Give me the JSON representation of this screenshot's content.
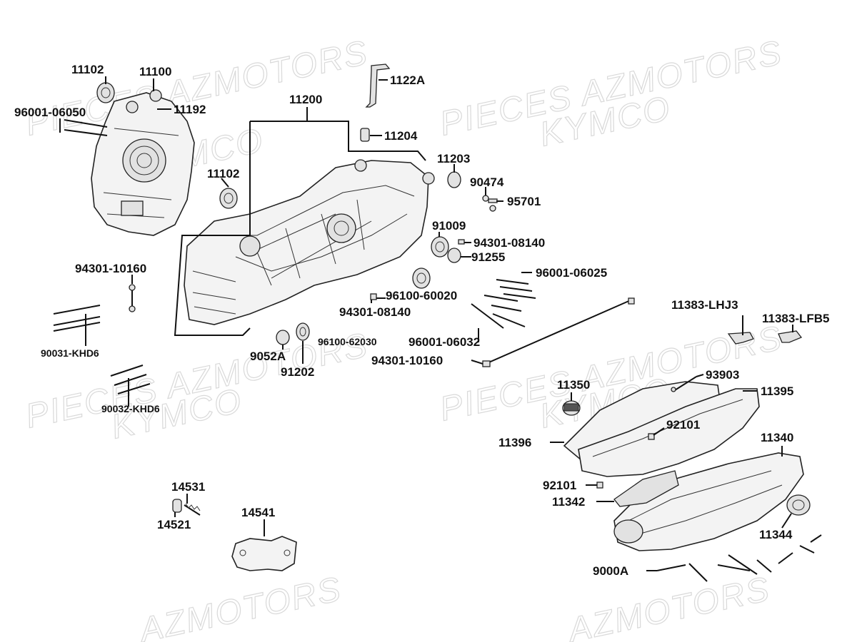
{
  "watermarks": [
    {
      "text": "PIECES AZMOTORS"
    },
    {
      "text": "KYMCO"
    },
    {
      "text": "PIECES AZMOTORS"
    },
    {
      "text": "KYMCO"
    },
    {
      "text": "PIECES AZMOTORS"
    },
    {
      "text": "KYMCO"
    },
    {
      "text": "PIECES AZMOTORS"
    },
    {
      "text": "KYMCO"
    },
    {
      "text": "AZMOTORS"
    },
    {
      "text": "AZMOTORS"
    }
  ],
  "labels": {
    "p11102a": "11102",
    "p11100": "11100",
    "p96001_06050": "96001-06050",
    "p11192": "11192",
    "p11200": "11200",
    "p1122A": "1122A",
    "p11204": "11204",
    "p11102b": "11102",
    "p11203": "11203",
    "p90474": "90474",
    "p95701": "95701",
    "p91009": "91009",
    "p94301_08140a": "94301-08140",
    "p91255": "91255",
    "p94301_10160a": "94301-10160",
    "p96001_06025": "96001-06025",
    "p96100_60020": "96100-60020",
    "p94301_08140b": "94301-08140",
    "p11383_LHJ3": "11383-LHJ3",
    "p11383_LFB5": "11383-LFB5",
    "p90031_KHD6": "90031-KHD6",
    "p9052A": "9052A",
    "p96100_62030": "96100-62030",
    "p96001_06032": "96001-06032",
    "p91202": "91202",
    "p94301_10160b": "94301-10160",
    "p90032_KHD6": "90032-KHD6",
    "p93903": "93903",
    "p11350": "11350",
    "p11395": "11395",
    "p92101a": "92101",
    "p11396": "11396",
    "p11340": "11340",
    "p92101b": "92101",
    "p11342": "11342",
    "p11344": "11344",
    "p14531": "14531",
    "p14521": "14521",
    "p14541": "14541",
    "p9000A": "9000A"
  }
}
